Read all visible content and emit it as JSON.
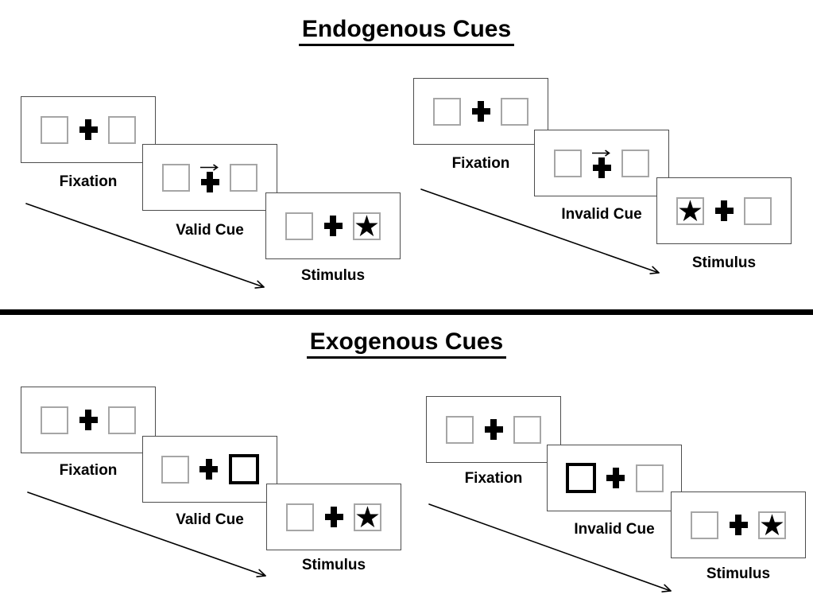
{
  "page": {
    "background": "#ffffff"
  },
  "colors": {
    "panel_border": "#4d4d4d",
    "box_border": "#a6a6a6",
    "ink": "#000000"
  },
  "icons": {
    "star": "★",
    "fixation_cross": "+",
    "cue_arrow": "→",
    "sequence_arrow": "↘"
  },
  "sections": [
    {
      "title": "Endogenous Cues",
      "groups": [
        {
          "name": "valid-trial",
          "panels": [
            {
              "label": "Fixation",
              "left_box": "empty",
              "center": "fixation-cross",
              "right_box": "empty"
            },
            {
              "label": "Valid Cue",
              "left_box": "empty",
              "center": "right-arrow-over-cross",
              "right_box": "empty"
            },
            {
              "label": "Stimulus",
              "left_box": "empty",
              "center": "fixation-cross",
              "right_box": "star-target"
            }
          ]
        },
        {
          "name": "invalid-trial",
          "panels": [
            {
              "label": "Fixation",
              "left_box": "empty",
              "center": "fixation-cross",
              "right_box": "empty"
            },
            {
              "label": "Invalid Cue",
              "left_box": "empty",
              "center": "right-arrow-over-cross",
              "right_box": "empty"
            },
            {
              "label": "Stimulus",
              "left_box": "star-target",
              "center": "fixation-cross",
              "right_box": "empty"
            }
          ]
        }
      ]
    },
    {
      "title": "Exogenous Cues",
      "groups": [
        {
          "name": "valid-trial",
          "panels": [
            {
              "label": "Fixation",
              "left_box": "empty",
              "center": "fixation-cross",
              "right_box": "empty"
            },
            {
              "label": "Valid Cue",
              "left_box": "empty",
              "center": "fixation-cross",
              "right_box": "thick-outline-cue"
            },
            {
              "label": "Stimulus",
              "left_box": "empty",
              "center": "fixation-cross",
              "right_box": "star-target"
            }
          ]
        },
        {
          "name": "invalid-trial",
          "panels": [
            {
              "label": "Fixation",
              "left_box": "empty",
              "center": "fixation-cross",
              "right_box": "empty"
            },
            {
              "label": "Invalid Cue",
              "left_box": "thick-outline-cue",
              "center": "fixation-cross",
              "right_box": "empty"
            },
            {
              "label": "Stimulus",
              "left_box": "empty",
              "center": "fixation-cross",
              "right_box": "star-target"
            }
          ]
        }
      ]
    }
  ]
}
